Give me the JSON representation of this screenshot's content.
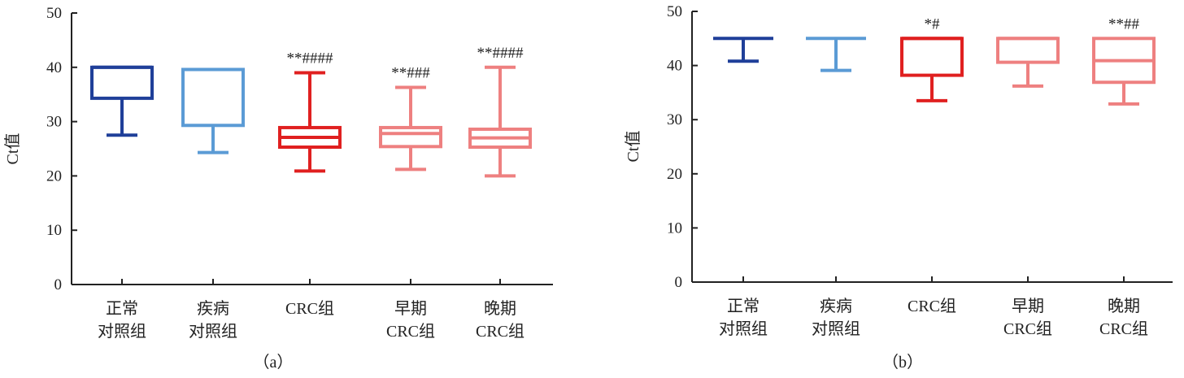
{
  "chart_data": [
    {
      "type": "box",
      "panel_label": "（a）",
      "ylabel": "Ct值",
      "ylim": [
        0,
        50
      ],
      "yticks": [
        "0",
        "10",
        "20",
        "30",
        "40",
        "50"
      ],
      "categories": [
        {
          "line1": "正常",
          "line2": "对照组"
        },
        {
          "line1": "疾病",
          "line2": "对照组"
        },
        {
          "line1": "CRC组",
          "line2": ""
        },
        {
          "line1": "早期",
          "line2": "CRC组"
        },
        {
          "line1": "晚期",
          "line2": "CRC组"
        }
      ],
      "boxes": [
        {
          "min": 27.5,
          "q1": 34.3,
          "median": 40.0,
          "q3": 40.0,
          "max": 40.0,
          "color": "#1f3f99",
          "annotation": ""
        },
        {
          "min": 24.3,
          "q1": 29.3,
          "median": 39.6,
          "q3": 39.6,
          "max": 39.6,
          "color": "#5b9bd5",
          "annotation": ""
        },
        {
          "min": 20.9,
          "q1": 25.3,
          "median": 27.1,
          "q3": 28.9,
          "max": 39.0,
          "color": "#e02020",
          "annotation": "**####"
        },
        {
          "min": 21.2,
          "q1": 25.4,
          "median": 27.8,
          "q3": 28.9,
          "max": 36.3,
          "color": "#ee8080",
          "annotation": "**###"
        },
        {
          "min": 20.0,
          "q1": 25.3,
          "median": 27.0,
          "q3": 28.6,
          "max": 40.0,
          "color": "#ee8080",
          "annotation": "**####"
        }
      ]
    },
    {
      "type": "box",
      "panel_label": "（b）",
      "ylabel": "Ct值",
      "ylim": [
        0,
        50
      ],
      "yticks": [
        "0",
        "10",
        "20",
        "30",
        "40",
        "50"
      ],
      "categories": [
        {
          "line1": "正常",
          "line2": "对照组"
        },
        {
          "line1": "疾病",
          "line2": "对照组"
        },
        {
          "line1": "CRC组",
          "line2": ""
        },
        {
          "line1": "早期",
          "line2": "CRC组"
        },
        {
          "line1": "晚期",
          "line2": "CRC组"
        }
      ],
      "boxes": [
        {
          "min": 40.8,
          "q1": 45.0,
          "median": 45.0,
          "q3": 45.0,
          "max": 45.0,
          "color": "#1f3f99",
          "annotation": ""
        },
        {
          "min": 39.1,
          "q1": 45.0,
          "median": 45.0,
          "q3": 45.0,
          "max": 45.0,
          "color": "#5b9bd5",
          "annotation": ""
        },
        {
          "min": 33.5,
          "q1": 38.2,
          "median": 45.0,
          "q3": 45.0,
          "max": 45.0,
          "color": "#e02020",
          "annotation": "*#"
        },
        {
          "min": 36.2,
          "q1": 40.6,
          "median": 45.0,
          "q3": 45.0,
          "max": 45.0,
          "color": "#ee8080",
          "annotation": ""
        },
        {
          "min": 32.9,
          "q1": 36.9,
          "median": 40.9,
          "q3": 45.0,
          "max": 45.0,
          "color": "#ee8080",
          "annotation": "**##"
        }
      ]
    }
  ]
}
